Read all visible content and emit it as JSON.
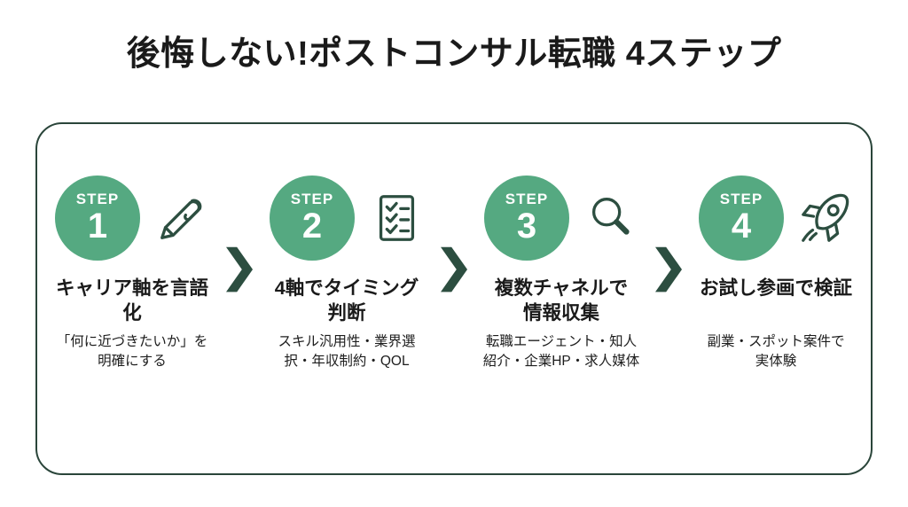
{
  "title": "後悔しない!ポストコンサル転職 4ステップ",
  "colors": {
    "accent_green": "#55a981",
    "dark_green": "#2c4e40",
    "panel_border": "#2a453a",
    "text": "#1a1a1a",
    "background": "#ffffff"
  },
  "panel": {
    "steps": [
      {
        "badge_label": "STEP",
        "badge_number": "1",
        "icon": "pen-icon",
        "heading": "キャリア軸を言語\n化",
        "description": "「何に近づきたいか」を\n明確にする"
      },
      {
        "badge_label": "STEP",
        "badge_number": "2",
        "icon": "checklist-icon",
        "heading": "4軸でタイミング\n判断",
        "description": "スキル汎用性・業界選\n択・年収制約・QOL"
      },
      {
        "badge_label": "STEP",
        "badge_number": "3",
        "icon": "magnifier-icon",
        "heading": "複数チャネルで\n情報収集",
        "description": "転職エージェント・知人\n紹介・企業HP・求人媒体"
      },
      {
        "badge_label": "STEP",
        "badge_number": "4",
        "icon": "rocket-icon",
        "heading": "お試し参画で検証",
        "description": "副業・スポット案件で\n実体験"
      }
    ]
  }
}
